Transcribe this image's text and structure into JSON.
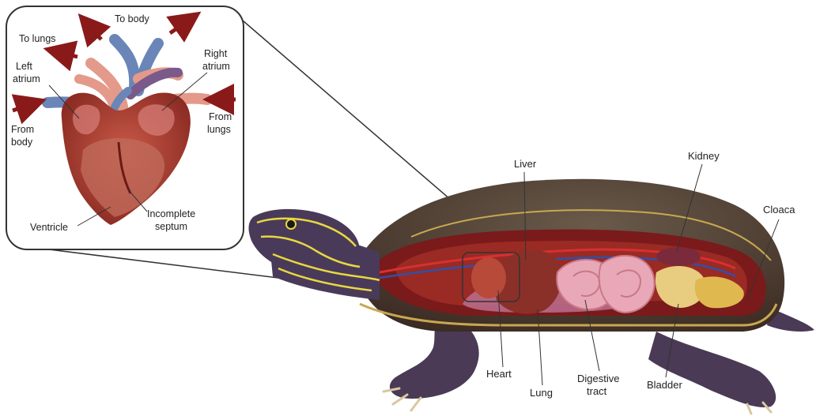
{
  "inset": {
    "labels": {
      "to_body": "To body",
      "to_lungs": "To lungs",
      "left_atrium_1": "Left",
      "left_atrium_2": "atrium",
      "right_atrium_1": "Right",
      "right_atrium_2": "atrium",
      "from_body_1": "From",
      "from_body_2": "body",
      "from_lungs_1": "From",
      "from_lungs_2": "lungs",
      "ventricle": "Ventricle",
      "septum_1": "Incomplete",
      "septum_2": "septum"
    }
  },
  "turtle": {
    "labels": {
      "liver": "Liver",
      "kidney": "Kidney",
      "cloaca": "Cloaca",
      "heart": "Heart",
      "lung": "Lung",
      "digestive_1": "Digestive",
      "digestive_2": "tract",
      "bladder": "Bladder"
    }
  },
  "colors": {
    "arrow": "#8a1a1a",
    "vessel_blue": "#6a86b8",
    "vessel_pink": "#e39a8a",
    "vessel_purple": "#7a5a8a",
    "heart": "#b8483a",
    "shell": "#5a4a3a",
    "body_cavity": "#7a1a1a",
    "intestine": "#e8a8b8",
    "skin": "#4a3a5a",
    "stripe": "#e8d840"
  }
}
